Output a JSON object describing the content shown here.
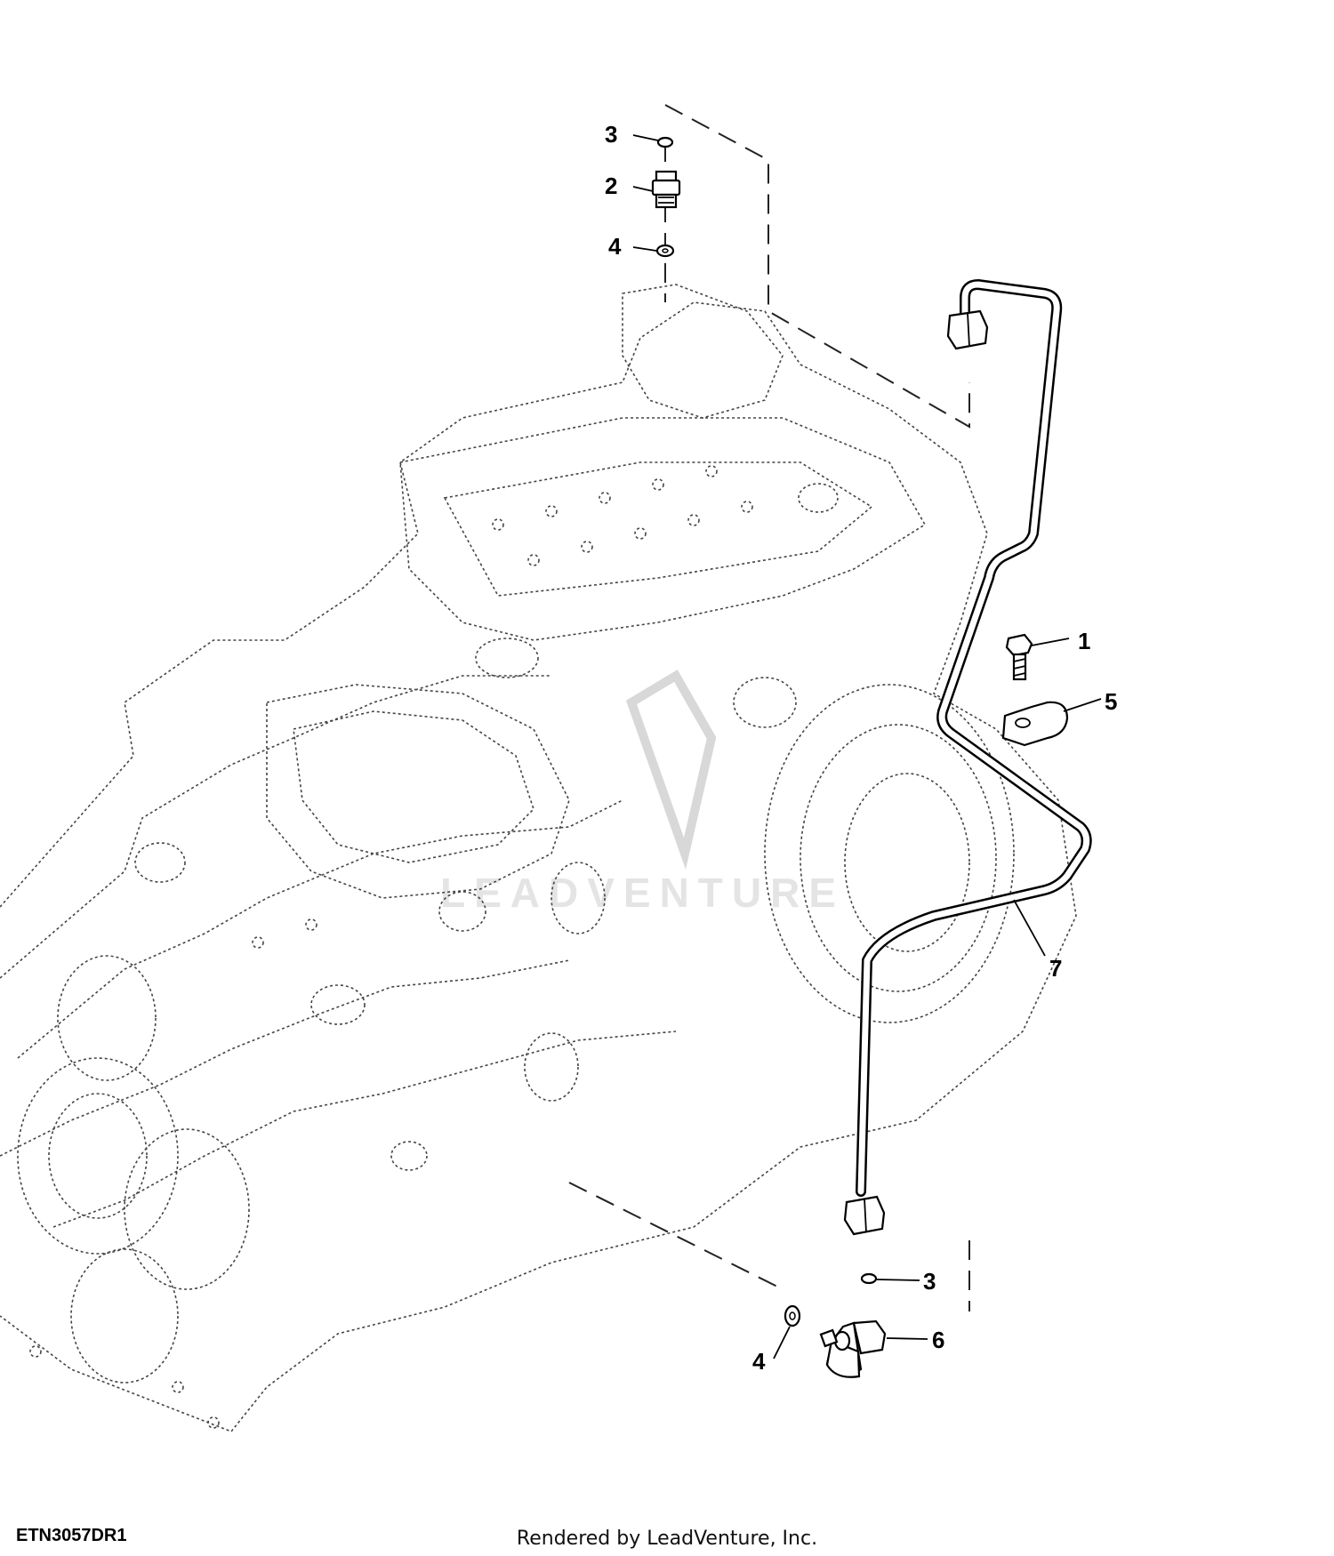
{
  "figure_id": "ETN3057DR1",
  "credit": "Rendered by LeadVenture, Inc.",
  "watermark": "LEADVENTURE",
  "callouts": {
    "c1": "1",
    "c2": "2",
    "c3_top": "3",
    "c3_bottom": "3",
    "c4_top": "4",
    "c4_bottom": "4",
    "c5": "5",
    "c6": "6",
    "c7": "7"
  }
}
